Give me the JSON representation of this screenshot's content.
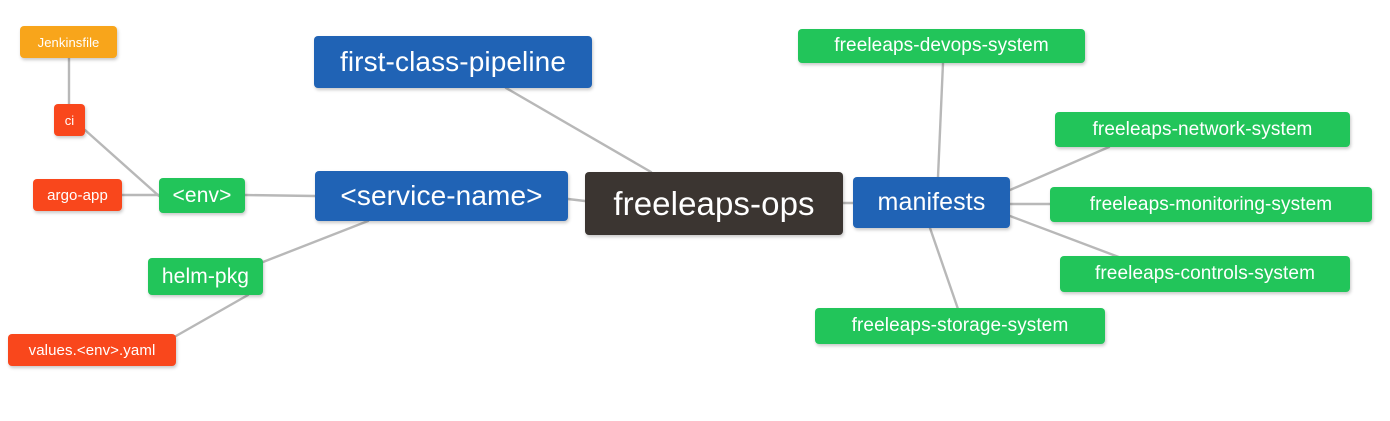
{
  "diagram": {
    "type": "mindmap",
    "title": "freeleaps-ops",
    "background": "#ffffff",
    "edge_color": "#b8b8b8",
    "palette": {
      "root": "#3b3531",
      "blue": "#2063b5",
      "green": "#22c55a",
      "orange": "#f8a51b",
      "red": "#f9471c",
      "text": "#ffffff"
    }
  },
  "nodes": {
    "root": {
      "label": "freeleaps-ops"
    },
    "service_name": {
      "label": "<service-name>"
    },
    "first_class_pipeline": {
      "label": "first-class-pipeline"
    },
    "env": {
      "label": "<env>"
    },
    "ci": {
      "label": "ci"
    },
    "jenkinsfile": {
      "label": "Jenkinsfile"
    },
    "argo_app": {
      "label": "argo-app"
    },
    "helm_pkg": {
      "label": "helm-pkg"
    },
    "values_yaml": {
      "label": "values.<env>.yaml"
    },
    "manifests": {
      "label": "manifests"
    },
    "devops_system": {
      "label": "freeleaps-devops-system"
    },
    "network_system": {
      "label": "freeleaps-network-system"
    },
    "monitoring_system": {
      "label": "freeleaps-monitoring-system"
    },
    "controls_system": {
      "label": "freeleaps-controls-system"
    },
    "storage_system": {
      "label": "freeleaps-storage-system"
    }
  },
  "edges": [
    {
      "from": "root",
      "to": "service_name"
    },
    {
      "from": "root",
      "to": "first_class_pipeline"
    },
    {
      "from": "root",
      "to": "manifests"
    },
    {
      "from": "service_name",
      "to": "env"
    },
    {
      "from": "service_name",
      "to": "helm_pkg"
    },
    {
      "from": "env",
      "to": "ci"
    },
    {
      "from": "env",
      "to": "argo_app"
    },
    {
      "from": "ci",
      "to": "jenkinsfile"
    },
    {
      "from": "helm_pkg",
      "to": "values_yaml"
    },
    {
      "from": "manifests",
      "to": "devops_system"
    },
    {
      "from": "manifests",
      "to": "network_system"
    },
    {
      "from": "manifests",
      "to": "monitoring_system"
    },
    {
      "from": "manifests",
      "to": "controls_system"
    },
    {
      "from": "manifests",
      "to": "storage_system"
    }
  ]
}
